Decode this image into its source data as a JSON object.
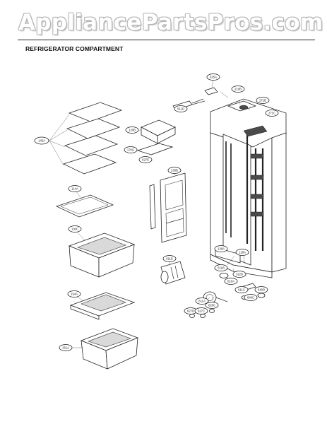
{
  "watermark": {
    "text": "AppliancePartsPros.com"
  },
  "header": {
    "title": "REFRIGERATOR COMPARTMENT"
  },
  "callouts": [
    {
      "id": "c-145a",
      "label": "145A"
    },
    {
      "id": "c-114a",
      "label": "114A"
    },
    {
      "id": "c-130c",
      "label": "130C"
    },
    {
      "id": "c-154a",
      "label": "154A"
    },
    {
      "id": "c-151a",
      "label": "151A"
    },
    {
      "id": "c-120b",
      "label": "120B"
    },
    {
      "id": "c-170g",
      "label": "170G"
    },
    {
      "id": "c-627e",
      "label": "627E"
    },
    {
      "id": "c-611d",
      "label": "611D"
    },
    {
      "id": "c-230b",
      "label": "230B"
    },
    {
      "id": "c-611e",
      "label": "611E"
    },
    {
      "id": "c-625a",
      "label": "625A"
    },
    {
      "id": "c-210b",
      "label": "210B"
    },
    {
      "id": "c-271b",
      "label": "271B"
    },
    {
      "id": "c-271c",
      "label": "271C"
    },
    {
      "id": "c-128a",
      "label": "128A"
    },
    {
      "id": "c-129a",
      "label": "129A"
    },
    {
      "id": "c-322b",
      "label": "322B"
    },
    {
      "id": "c-610a",
      "label": "610A"
    },
    {
      "id": "c-611c",
      "label": "611C"
    },
    {
      "id": "c-611b",
      "label": "611B"
    },
    {
      "id": "c-611a",
      "label": "611A"
    },
    {
      "id": "c-627d",
      "label": "627D"
    },
    {
      "id": "c-627c",
      "label": "627C"
    },
    {
      "id": "c-628c",
      "label": "628C"
    },
    {
      "id": "c-640c",
      "label": "640C"
    },
    {
      "id": "c-640d",
      "label": "640D"
    }
  ]
}
